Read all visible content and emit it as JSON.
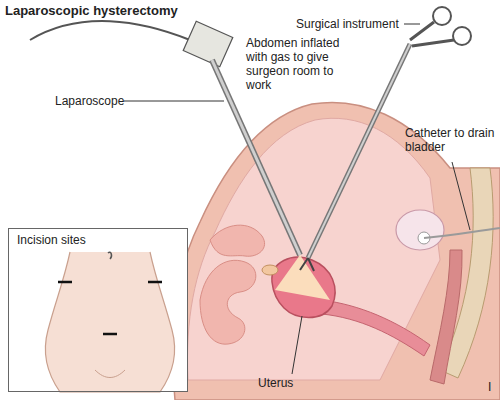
{
  "diagram": {
    "title": "Laparoscopic hysterectomy",
    "nodes": [
      {
        "text": [
          "Incision sites"
        ]
      }
    ],
    "labels": [
      "Laparoscope",
      "Surgical instrument",
      "Abdomen inflated with gas to give surgeon room to work",
      "Catheter to drain bladder",
      "Uterus",
      "I"
    ]
  }
}
